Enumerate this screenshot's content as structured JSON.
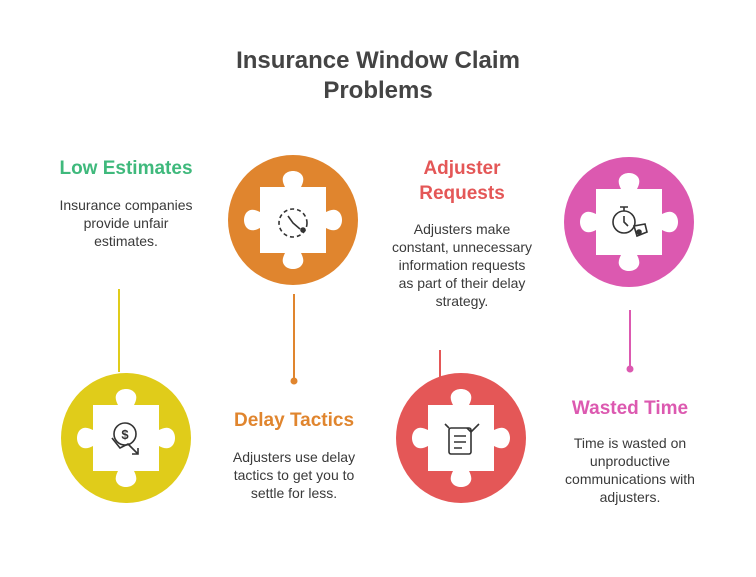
{
  "title": "Insurance Window Claim\nProblems",
  "items": [
    {
      "heading": "Low Estimates",
      "description": "Insurance companies\nprovide unfair\nestimates.",
      "icon": "dollar-down-icon",
      "color": "#e0cc1a",
      "heading_color": "#3fb97c"
    },
    {
      "heading": "Delay Tactics",
      "description": "Adjusters use delay\ntactics to get you to\nsettle for less.",
      "icon": "stopwatch-dashed-icon",
      "color": "#e0852e",
      "heading_color": "#e0852e"
    },
    {
      "heading": "Adjuster\nRequests",
      "description": "Adjusters make\nconstant, unnecessary\ninformation requests\nas part of their delay\nstrategy.",
      "icon": "document-check-icon",
      "color": "#e45757",
      "heading_color": "#e45757"
    },
    {
      "heading": "Wasted Time",
      "description": "Time is wasted on\nunproductive\ncommunications with\nadjusters.",
      "icon": "stopwatch-whistle-icon",
      "color": "#dc59b0",
      "heading_color": "#dc59b0"
    }
  ]
}
